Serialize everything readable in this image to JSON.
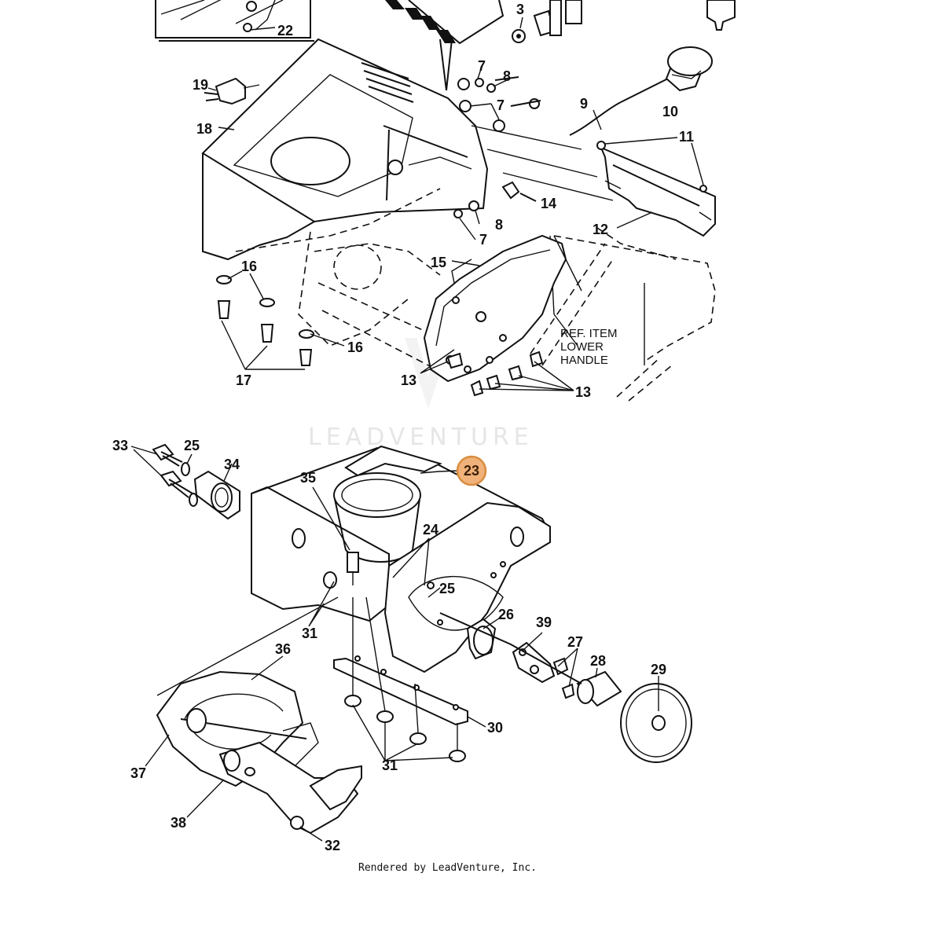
{
  "watermark": "LEADVENTURE",
  "credit": "Rendered by LeadVenture, Inc.",
  "ref_note": [
    "REF. ITEM",
    "LOWER",
    "HANDLE"
  ],
  "highlight": {
    "label": "23",
    "color": "#f0b27a"
  },
  "upper_callouts": [
    "3",
    "7",
    "8",
    "7",
    "9",
    "10",
    "11",
    "12",
    "14",
    "8",
    "7",
    "15",
    "16",
    "16",
    "17",
    "13",
    "13",
    "18",
    "19",
    "22"
  ],
  "lower_callouts": [
    "33",
    "25",
    "34",
    "35",
    "24",
    "25",
    "26",
    "39",
    "27",
    "28",
    "29",
    "30",
    "31",
    "31",
    "36",
    "37",
    "38",
    "32"
  ]
}
